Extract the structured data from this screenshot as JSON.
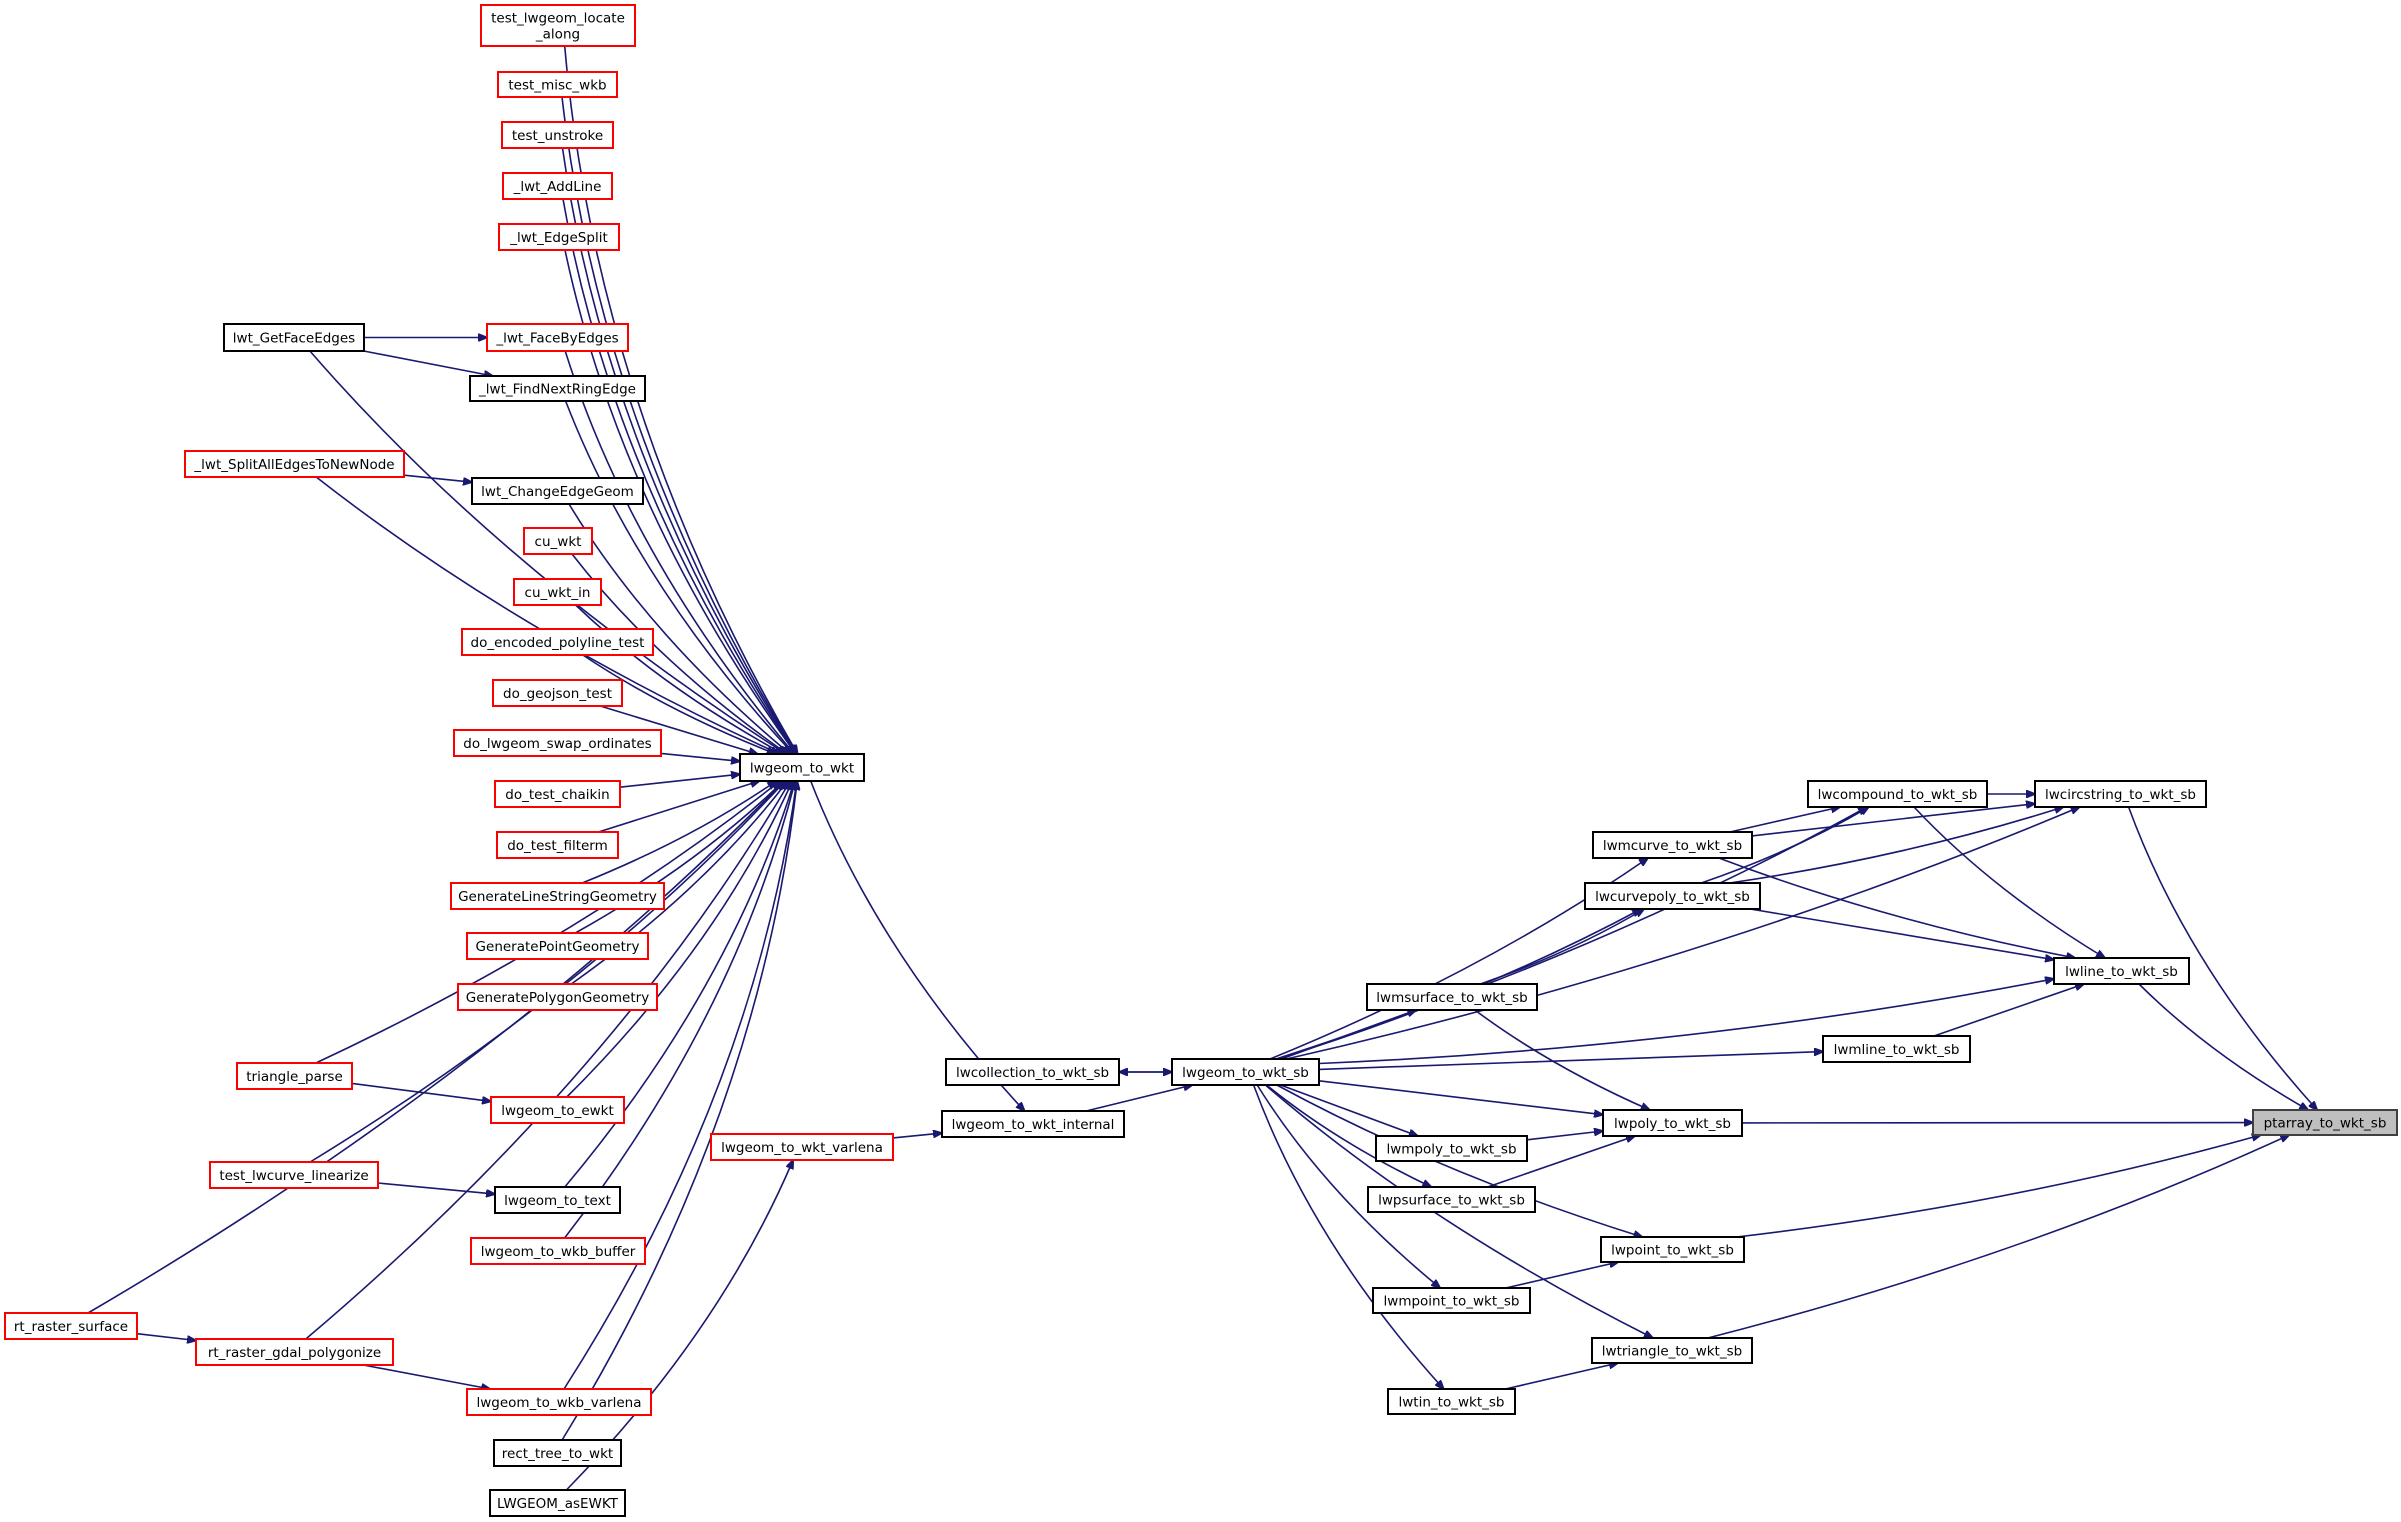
{
  "diagram": {
    "type": "caller-graph",
    "title": "ptarray_to_wkt_sb",
    "colors": {
      "edge": "#191970",
      "node_border_normal": "#000000",
      "node_border_undocumented": "#ff0000",
      "node_fill": "#ffffff",
      "focus_fill": "#bfbfbf",
      "focus_border": "#404040"
    },
    "nodes": [
      {
        "id": "ptarray_to_wkt_sb",
        "label": "ptarray_to_wkt_sb",
        "style": "focus"
      },
      {
        "id": "lwcircstring_to_wkt_sb",
        "label": "lwcircstring_to_wkt_sb",
        "style": "normal"
      },
      {
        "id": "lwcompound_to_wkt_sb",
        "label": "lwcompound_to_wkt_sb",
        "style": "normal"
      },
      {
        "id": "lwmcurve_to_wkt_sb",
        "label": "lwmcurve_to_wkt_sb",
        "style": "normal"
      },
      {
        "id": "lwcurvepoly_to_wkt_sb",
        "label": "lwcurvepoly_to_wkt_sb",
        "style": "normal"
      },
      {
        "id": "lwline_to_wkt_sb",
        "label": "lwline_to_wkt_sb",
        "style": "normal"
      },
      {
        "id": "lwmsurface_to_wkt_sb",
        "label": "lwmsurface_to_wkt_sb",
        "style": "normal"
      },
      {
        "id": "lwmline_to_wkt_sb",
        "label": "lwmline_to_wkt_sb",
        "style": "normal"
      },
      {
        "id": "lwgeom_to_wkt_sb",
        "label": "lwgeom_to_wkt_sb",
        "style": "normal"
      },
      {
        "id": "lwcollection_to_wkt_sb",
        "label": "lwcollection_to_wkt_sb",
        "style": "normal"
      },
      {
        "id": "lwgeom_to_wkt_internal",
        "label": "lwgeom_to_wkt_internal",
        "style": "normal"
      },
      {
        "id": "lwpoly_to_wkt_sb",
        "label": "lwpoly_to_wkt_sb",
        "style": "normal"
      },
      {
        "id": "lwmpoly_to_wkt_sb",
        "label": "lwmpoly_to_wkt_sb",
        "style": "normal"
      },
      {
        "id": "lwpsurface_to_wkt_sb",
        "label": "lwpsurface_to_wkt_sb",
        "style": "normal"
      },
      {
        "id": "lwpoint_to_wkt_sb",
        "label": "lwpoint_to_wkt_sb",
        "style": "normal"
      },
      {
        "id": "lwmpoint_to_wkt_sb",
        "label": "lwmpoint_to_wkt_sb",
        "style": "normal"
      },
      {
        "id": "lwtriangle_to_wkt_sb",
        "label": "lwtriangle_to_wkt_sb",
        "style": "normal"
      },
      {
        "id": "lwtin_to_wkt_sb",
        "label": "lwtin_to_wkt_sb",
        "style": "normal"
      },
      {
        "id": "lwgeom_to_wkt_varlena",
        "label": "lwgeom_to_wkt_varlena",
        "style": "undocumented"
      },
      {
        "id": "lwgeom_to_wkt",
        "label": "lwgeom_to_wkt",
        "style": "normal"
      },
      {
        "id": "test_lwgeom_locate_along",
        "label": "test_lwgeom_locate\n_along",
        "style": "undocumented"
      },
      {
        "id": "test_misc_wkb",
        "label": "test_misc_wkb",
        "style": "undocumented"
      },
      {
        "id": "test_unstroke",
        "label": "test_unstroke",
        "style": "undocumented"
      },
      {
        "id": "_lwt_AddLine",
        "label": "_lwt_AddLine",
        "style": "undocumented"
      },
      {
        "id": "_lwt_EdgeSplit",
        "label": "_lwt_EdgeSplit",
        "style": "undocumented"
      },
      {
        "id": "lwt_GetFaceEdges",
        "label": "lwt_GetFaceEdges",
        "style": "normal"
      },
      {
        "id": "_lwt_FaceByEdges",
        "label": "_lwt_FaceByEdges",
        "style": "undocumented"
      },
      {
        "id": "_lwt_FindNextRingEdge",
        "label": "_lwt_FindNextRingEdge",
        "style": "normal"
      },
      {
        "id": "_lwt_SplitAllEdgesToNewNode",
        "label": "_lwt_SplitAllEdgesToNewNode",
        "style": "undocumented"
      },
      {
        "id": "lwt_ChangeEdgeGeom",
        "label": "lwt_ChangeEdgeGeom",
        "style": "normal"
      },
      {
        "id": "cu_wkt",
        "label": "cu_wkt",
        "style": "undocumented"
      },
      {
        "id": "cu_wkt_in",
        "label": "cu_wkt_in",
        "style": "undocumented"
      },
      {
        "id": "do_encoded_polyline_test",
        "label": "do_encoded_polyline_test",
        "style": "undocumented"
      },
      {
        "id": "do_geojson_test",
        "label": "do_geojson_test",
        "style": "undocumented"
      },
      {
        "id": "do_lwgeom_swap_ordinates",
        "label": "do_lwgeom_swap_ordinates",
        "style": "undocumented"
      },
      {
        "id": "do_test_chaikin",
        "label": "do_test_chaikin",
        "style": "undocumented"
      },
      {
        "id": "do_test_filterm",
        "label": "do_test_filterm",
        "style": "undocumented"
      },
      {
        "id": "GenerateLineStringGeometry",
        "label": "GenerateLineStringGeometry",
        "style": "undocumented"
      },
      {
        "id": "GeneratePointGeometry",
        "label": "GeneratePointGeometry",
        "style": "undocumented"
      },
      {
        "id": "GeneratePolygonGeometry",
        "label": "GeneratePolygonGeometry",
        "style": "undocumented"
      },
      {
        "id": "triangle_parse",
        "label": "triangle_parse",
        "style": "undocumented"
      },
      {
        "id": "lwgeom_to_ewkt",
        "label": "lwgeom_to_ewkt",
        "style": "undocumented"
      },
      {
        "id": "test_lwcurve_linearize",
        "label": "test_lwcurve_linearize",
        "style": "undocumented"
      },
      {
        "id": "lwgeom_to_text",
        "label": "lwgeom_to_text",
        "style": "normal"
      },
      {
        "id": "lwgeom_to_wkb_buffer",
        "label": "lwgeom_to_wkb_buffer",
        "style": "undocumented"
      },
      {
        "id": "rt_raster_surface",
        "label": "rt_raster_surface",
        "style": "undocumented"
      },
      {
        "id": "rt_raster_gdal_polygonize",
        "label": "rt_raster_gdal_polygonize",
        "style": "undocumented"
      },
      {
        "id": "lwgeom_to_wkb_varlena",
        "label": "lwgeom_to_wkb_varlena",
        "style": "undocumented"
      },
      {
        "id": "rect_tree_to_wkt",
        "label": "rect_tree_to_wkt",
        "style": "normal"
      },
      {
        "id": "LWGEOM_asEWKT",
        "label": "LWGEOM_asEWKT",
        "style": "normal"
      }
    ],
    "edges": [
      {
        "from": "lwcircstring_to_wkt_sb",
        "to": "ptarray_to_wkt_sb"
      },
      {
        "from": "lwline_to_wkt_sb",
        "to": "ptarray_to_wkt_sb"
      },
      {
        "from": "lwpoly_to_wkt_sb",
        "to": "ptarray_to_wkt_sb"
      },
      {
        "from": "lwpoint_to_wkt_sb",
        "to": "ptarray_to_wkt_sb"
      },
      {
        "from": "lwtriangle_to_wkt_sb",
        "to": "ptarray_to_wkt_sb"
      },
      {
        "from": "lwcompound_to_wkt_sb",
        "to": "lwcircstring_to_wkt_sb"
      },
      {
        "from": "lwmcurve_to_wkt_sb",
        "to": "lwcircstring_to_wkt_sb"
      },
      {
        "from": "lwcurvepoly_to_wkt_sb",
        "to": "lwcircstring_to_wkt_sb"
      },
      {
        "from": "lwgeom_to_wkt_sb",
        "to": "lwcircstring_to_wkt_sb"
      },
      {
        "from": "lwmcurve_to_wkt_sb",
        "to": "lwcompound_to_wkt_sb"
      },
      {
        "from": "lwcurvepoly_to_wkt_sb",
        "to": "lwcompound_to_wkt_sb"
      },
      {
        "from": "lwgeom_to_wkt_sb",
        "to": "lwcompound_to_wkt_sb"
      },
      {
        "from": "lwcompound_to_wkt_sb",
        "to": "lwline_to_wkt_sb"
      },
      {
        "from": "lwmcurve_to_wkt_sb",
        "to": "lwline_to_wkt_sb"
      },
      {
        "from": "lwcurvepoly_to_wkt_sb",
        "to": "lwline_to_wkt_sb"
      },
      {
        "from": "lwgeom_to_wkt_sb",
        "to": "lwline_to_wkt_sb"
      },
      {
        "from": "lwmline_to_wkt_sb",
        "to": "lwline_to_wkt_sb"
      },
      {
        "from": "lwgeom_to_wkt_sb",
        "to": "lwmcurve_to_wkt_sb"
      },
      {
        "from": "lwgeom_to_wkt_sb",
        "to": "lwcurvepoly_to_wkt_sb"
      },
      {
        "from": "lwmsurface_to_wkt_sb",
        "to": "lwcurvepoly_to_wkt_sb"
      },
      {
        "from": "lwgeom_to_wkt_sb",
        "to": "lwmsurface_to_wkt_sb"
      },
      {
        "from": "lwgeom_to_wkt_sb",
        "to": "lwmline_to_wkt_sb"
      },
      {
        "from": "lwgeom_to_wkt_sb",
        "to": "lwpoly_to_wkt_sb"
      },
      {
        "from": "lwmsurface_to_wkt_sb",
        "to": "lwpoly_to_wkt_sb"
      },
      {
        "from": "lwmpoly_to_wkt_sb",
        "to": "lwpoly_to_wkt_sb"
      },
      {
        "from": "lwpsurface_to_wkt_sb",
        "to": "lwpoly_to_wkt_sb"
      },
      {
        "from": "lwgeom_to_wkt_sb",
        "to": "lwmpoly_to_wkt_sb"
      },
      {
        "from": "lwgeom_to_wkt_sb",
        "to": "lwpsurface_to_wkt_sb"
      },
      {
        "from": "lwgeom_to_wkt_sb",
        "to": "lwpoint_to_wkt_sb"
      },
      {
        "from": "lwmpoint_to_wkt_sb",
        "to": "lwpoint_to_wkt_sb"
      },
      {
        "from": "lwgeom_to_wkt_sb",
        "to": "lwmpoint_to_wkt_sb"
      },
      {
        "from": "lwgeom_to_wkt_sb",
        "to": "lwtriangle_to_wkt_sb"
      },
      {
        "from": "lwtin_to_wkt_sb",
        "to": "lwtriangle_to_wkt_sb"
      },
      {
        "from": "lwgeom_to_wkt_sb",
        "to": "lwtin_to_wkt_sb"
      },
      {
        "from": "lwgeom_to_wkt_sb",
        "to": "lwcollection_to_wkt_sb"
      },
      {
        "from": "lwcollection_to_wkt_sb",
        "to": "lwgeom_to_wkt_sb"
      },
      {
        "from": "lwgeom_to_wkt_internal",
        "to": "lwgeom_to_wkt_sb"
      },
      {
        "from": "lwgeom_to_wkt",
        "to": "lwgeom_to_wkt_internal"
      },
      {
        "from": "lwgeom_to_wkt_varlena",
        "to": "lwgeom_to_wkt_internal"
      },
      {
        "from": "LWGEOM_asEWKT",
        "to": "lwgeom_to_wkt_varlena"
      },
      {
        "from": "test_lwgeom_locate_along",
        "to": "lwgeom_to_wkt"
      },
      {
        "from": "test_misc_wkb",
        "to": "lwgeom_to_wkt"
      },
      {
        "from": "test_unstroke",
        "to": "lwgeom_to_wkt"
      },
      {
        "from": "_lwt_AddLine",
        "to": "lwgeom_to_wkt"
      },
      {
        "from": "_lwt_EdgeSplit",
        "to": "lwgeom_to_wkt"
      },
      {
        "from": "lwt_GetFaceEdges",
        "to": "lwgeom_to_wkt"
      },
      {
        "from": "_lwt_FaceByEdges",
        "to": "lwgeom_to_wkt"
      },
      {
        "from": "_lwt_FindNextRingEdge",
        "to": "lwgeom_to_wkt"
      },
      {
        "from": "_lwt_SplitAllEdgesToNewNode",
        "to": "lwgeom_to_wkt"
      },
      {
        "from": "lwt_ChangeEdgeGeom",
        "to": "lwgeom_to_wkt"
      },
      {
        "from": "cu_wkt",
        "to": "lwgeom_to_wkt"
      },
      {
        "from": "cu_wkt_in",
        "to": "lwgeom_to_wkt"
      },
      {
        "from": "do_encoded_polyline_test",
        "to": "lwgeom_to_wkt"
      },
      {
        "from": "do_geojson_test",
        "to": "lwgeom_to_wkt"
      },
      {
        "from": "do_lwgeom_swap_ordinates",
        "to": "lwgeom_to_wkt"
      },
      {
        "from": "do_test_chaikin",
        "to": "lwgeom_to_wkt"
      },
      {
        "from": "do_test_filterm",
        "to": "lwgeom_to_wkt"
      },
      {
        "from": "GenerateLineStringGeometry",
        "to": "lwgeom_to_wkt"
      },
      {
        "from": "GeneratePointGeometry",
        "to": "lwgeom_to_wkt"
      },
      {
        "from": "GeneratePolygonGeometry",
        "to": "lwgeom_to_wkt"
      },
      {
        "from": "triangle_parse",
        "to": "lwgeom_to_wkt"
      },
      {
        "from": "lwgeom_to_ewkt",
        "to": "lwgeom_to_wkt"
      },
      {
        "from": "test_lwcurve_linearize",
        "to": "lwgeom_to_wkt"
      },
      {
        "from": "lwgeom_to_text",
        "to": "lwgeom_to_wkt"
      },
      {
        "from": "lwgeom_to_wkb_buffer",
        "to": "lwgeom_to_wkt"
      },
      {
        "from": "rt_raster_surface",
        "to": "lwgeom_to_wkt"
      },
      {
        "from": "rt_raster_gdal_polygonize",
        "to": "lwgeom_to_wkt"
      },
      {
        "from": "lwgeom_to_wkb_varlena",
        "to": "lwgeom_to_wkt"
      },
      {
        "from": "rect_tree_to_wkt",
        "to": "lwgeom_to_wkt"
      },
      {
        "from": "lwt_GetFaceEdges",
        "to": "_lwt_FaceByEdges"
      },
      {
        "from": "lwt_GetFaceEdges",
        "to": "_lwt_FindNextRingEdge"
      },
      {
        "from": "_lwt_SplitAllEdgesToNewNode",
        "to": "lwt_ChangeEdgeGeom"
      },
      {
        "from": "triangle_parse",
        "to": "lwgeom_to_ewkt"
      },
      {
        "from": "test_lwcurve_linearize",
        "to": "lwgeom_to_text"
      },
      {
        "from": "rt_raster_surface",
        "to": "rt_raster_gdal_polygonize"
      },
      {
        "from": "rt_raster_gdal_polygonize",
        "to": "lwgeom_to_wkb_varlena"
      }
    ]
  }
}
